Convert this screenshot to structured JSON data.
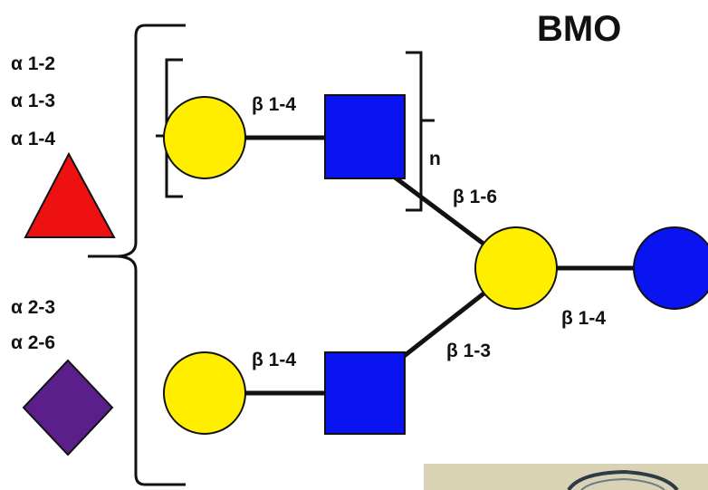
{
  "title": "BMO",
  "fucose_linkages": [
    "α 1-2",
    "α 1-3",
    "α 1-4"
  ],
  "sialic_linkages": [
    "α 2-3",
    "α 2-6"
  ],
  "repeat_label": "n",
  "linkages": {
    "top_gal_glcnac": "β 1-4",
    "bottom_gal_glcnac": "β 1-4",
    "top_branch": "β 1-6",
    "bottom_branch": "β 1-3",
    "core_gal_glc": "β 1-4"
  },
  "colors": {
    "galactose": "#ffee00",
    "glcnac": "#0a14f0",
    "glucose": "#0a14f0",
    "fucose": "#ee1111",
    "sialic": "#5a1f8a",
    "stroke": "#111111"
  },
  "icons": {
    "galactose": "yellow-circle",
    "glcnac": "blue-square",
    "glucose": "blue-circle",
    "fucose": "red-triangle",
    "sialic": "purple-diamond"
  }
}
